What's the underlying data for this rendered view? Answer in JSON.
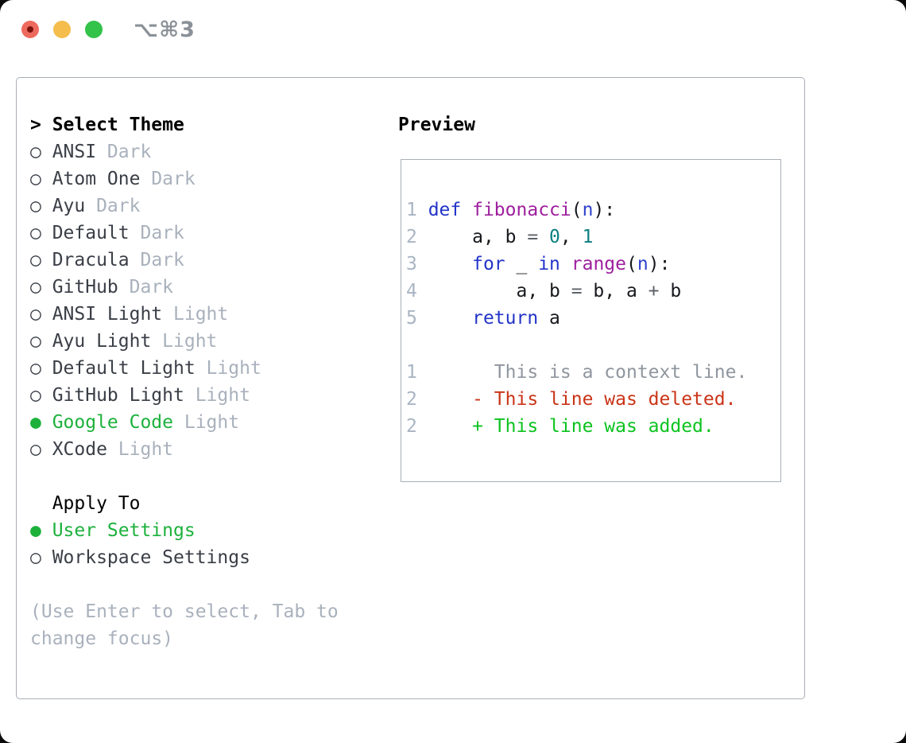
{
  "window": {
    "title": "⌥⌘3"
  },
  "theme_panel": {
    "cursor": ">",
    "header": "Select Theme",
    "themes": [
      {
        "name": "ANSI",
        "variant": "Dark",
        "selected": false
      },
      {
        "name": "Atom One",
        "variant": "Dark",
        "selected": false
      },
      {
        "name": "Ayu",
        "variant": "Dark",
        "selected": false
      },
      {
        "name": "Default",
        "variant": "Dark",
        "selected": false
      },
      {
        "name": "Dracula",
        "variant": "Dark",
        "selected": false
      },
      {
        "name": "GitHub",
        "variant": "Dark",
        "selected": false
      },
      {
        "name": "ANSI Light",
        "variant": "Light",
        "selected": false
      },
      {
        "name": "Ayu Light",
        "variant": "Light",
        "selected": false
      },
      {
        "name": "Default Light",
        "variant": "Light",
        "selected": false
      },
      {
        "name": "GitHub Light",
        "variant": "Light",
        "selected": false
      },
      {
        "name": "Google Code",
        "variant": "Light",
        "selected": true
      },
      {
        "name": "XCode",
        "variant": "Light",
        "selected": false
      }
    ]
  },
  "apply_panel": {
    "header": "Apply To",
    "options": [
      {
        "name": "User Settings",
        "selected": true
      },
      {
        "name": "Workspace Settings",
        "selected": false
      }
    ]
  },
  "hint": {
    "line1": "(Use Enter to select, Tab to",
    "line2": "change focus)"
  },
  "preview": {
    "header": "Preview",
    "code_lines": [
      {
        "num": "1",
        "tokens": [
          {
            "t": "def",
            "c": "kw"
          },
          {
            "t": " ",
            "c": "plain"
          },
          {
            "t": "fibonacci",
            "c": "fn"
          },
          {
            "t": "(",
            "c": "plain"
          },
          {
            "t": "n",
            "c": "param"
          },
          {
            "t": "):",
            "c": "plain"
          }
        ]
      },
      {
        "num": "2",
        "tokens": [
          {
            "t": "    a, b ",
            "c": "plain"
          },
          {
            "t": "=",
            "c": "op"
          },
          {
            "t": " ",
            "c": "plain"
          },
          {
            "t": "0",
            "c": "num"
          },
          {
            "t": ", ",
            "c": "plain"
          },
          {
            "t": "1",
            "c": "num"
          }
        ]
      },
      {
        "num": "3",
        "tokens": [
          {
            "t": "    ",
            "c": "plain"
          },
          {
            "t": "for",
            "c": "kw"
          },
          {
            "t": " _ ",
            "c": "plain"
          },
          {
            "t": "in",
            "c": "kw"
          },
          {
            "t": " ",
            "c": "plain"
          },
          {
            "t": "range",
            "c": "fn"
          },
          {
            "t": "(",
            "c": "plain"
          },
          {
            "t": "n",
            "c": "param"
          },
          {
            "t": "):",
            "c": "plain"
          }
        ]
      },
      {
        "num": "4",
        "tokens": [
          {
            "t": "        a, b ",
            "c": "plain"
          },
          {
            "t": "=",
            "c": "op"
          },
          {
            "t": " b, a ",
            "c": "plain"
          },
          {
            "t": "+",
            "c": "op"
          },
          {
            "t": " b",
            "c": "plain"
          }
        ]
      },
      {
        "num": "5",
        "tokens": [
          {
            "t": "    ",
            "c": "plain"
          },
          {
            "t": "return",
            "c": "kw"
          },
          {
            "t": " a",
            "c": "plain"
          }
        ]
      }
    ],
    "diff_lines": [
      {
        "num": "1",
        "marker": "",
        "text": "This is a context line.",
        "kind": "context"
      },
      {
        "num": "2",
        "marker": "-",
        "text": "This line was deleted.",
        "kind": "deleted"
      },
      {
        "num": "2",
        "marker": "+",
        "text": "This line was added.",
        "kind": "added"
      }
    ]
  },
  "colors": {
    "accent_green": "#1db13c",
    "added_green": "#0cc31f",
    "deleted_red": "#ca3418",
    "keyword_blue": "#2334c8",
    "function_purple": "#9e1f9e",
    "number_teal": "#0c7f80",
    "muted_gray": "#a9b1bc",
    "border_gray": "#a9afb6",
    "traffic_red": "#ee6a5e",
    "traffic_yellow": "#f5bd4c",
    "traffic_green": "#33c24a"
  }
}
